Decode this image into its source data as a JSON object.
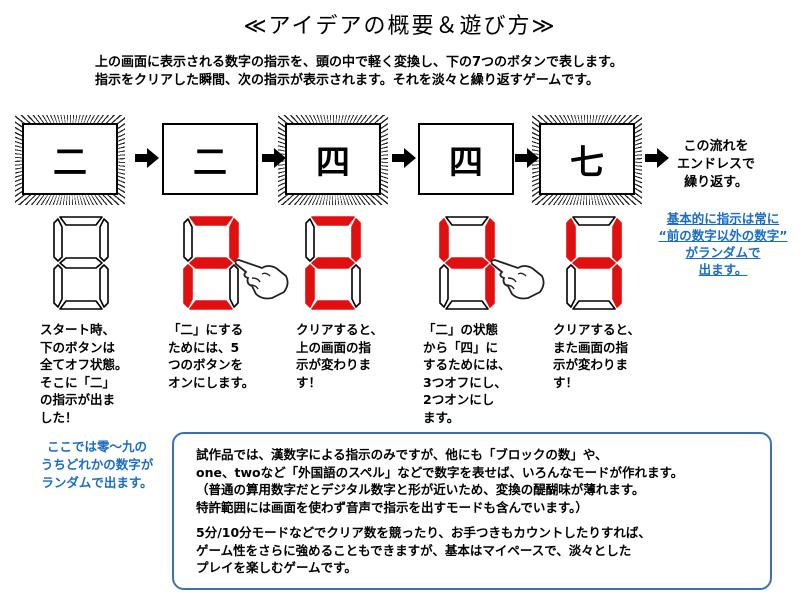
{
  "title": "≪アイデアの概要＆遊び方≫",
  "intro": [
    "上の画面に表示される数字の指示を、頭の中で軽く変換し、下の7つのボタンで表します。",
    "指示をクリアした瞬間、次の指示が表示されます。それを淡々と繰り返すゲームです。"
  ],
  "screens": [
    "二",
    "二",
    "四",
    "四",
    "七"
  ],
  "segment_displays": [
    {
      "lit": [],
      "color": "#000000"
    },
    {
      "lit": [
        "a",
        "b",
        "g",
        "e",
        "d"
      ],
      "color": "#e01010"
    },
    {
      "lit": [
        "a",
        "b",
        "g",
        "e",
        "d"
      ],
      "color": "#e01010"
    },
    {
      "lit": [
        "f",
        "g",
        "b",
        "c"
      ],
      "color": "#e01010"
    },
    {
      "lit": [
        "f",
        "g",
        "b",
        "c"
      ],
      "color": "#e01010"
    }
  ],
  "loop_note": [
    "この流れを",
    "エンドレスで",
    "繰り返す。"
  ],
  "random_note": [
    "基本的に指示は常に",
    "“前の数字以外の数字”",
    "がランダムで",
    "出ます。"
  ],
  "captions": [
    [
      "スタート時、",
      "下のボタンは",
      "全てオフ状態。",
      "そこに「二」",
      "の指示が出ま",
      "した！"
    ],
    [
      "「二」にする",
      "ためには、5",
      "つのボタンを",
      "オンにします。"
    ],
    [
      "クリアすると、",
      "上の画面の指",
      "示が変わりま",
      "す！"
    ],
    [
      "「二」の状態",
      "から「四」に",
      "するためには、",
      "3つオフにし、",
      "2つオンにし",
      "ます。"
    ],
    [
      "クリアすると、",
      "また画面の指",
      "示が変わりま",
      "す！"
    ]
  ],
  "left_note": [
    "ここでは零～九の",
    "うちどれかの数字が",
    "ランダムで出ます。"
  ],
  "box_lines": [
    "試作品では、漢数字による指示のみですが、他にも「ブロックの数」や、",
    "one、twoなど「外国語のスペル」などで数字を表せば、いろんなモードが作れます。",
    "（普通の算用数字だとデジタル数字と形が近いため、変換の醍醐味が薄れます。",
    "特許範囲には画面を使わず音声で指示を出すモードも含んでいます。）",
    "",
    "5分/10分モードなどでクリア数を競ったり、お手つきもカウントしたりすれば、",
    "ゲーム性をさらに強めることもできますが、基本はマイペースで、淡々とした",
    "プレイを楽しむゲームです。"
  ],
  "colors": {
    "accent_red": "#e01010",
    "note_blue": "#1a6dc4",
    "box_border": "#3d6fb8"
  }
}
